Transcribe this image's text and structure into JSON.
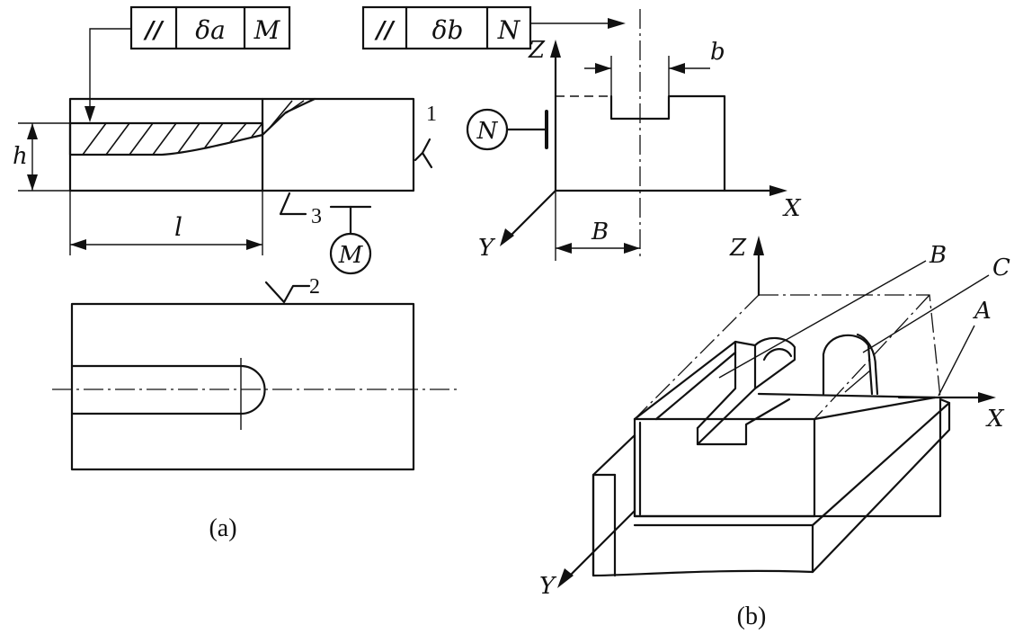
{
  "panel_a": {
    "caption": "(a)",
    "frame_a": {
      "symbol": "//",
      "tolerance": "δa",
      "datum": "M"
    },
    "dim_h": "h",
    "dim_l": "l",
    "datum_label": "M",
    "surface_marks": {
      "top_right": "1",
      "bottom": "3",
      "plan_top": "2"
    }
  },
  "panel_b": {
    "caption": "(b)",
    "frame_b": {
      "symbol": "//",
      "tolerance": "δb",
      "datum": "N"
    },
    "datum_label": "N",
    "dim_B": "B",
    "dim_b": "b",
    "axes": {
      "x": "X",
      "y": "Y",
      "z": "Z"
    },
    "iso_axes": {
      "x": "X",
      "y": "Y",
      "z": "Z"
    },
    "points": {
      "a": "A",
      "b": "B",
      "c": "C"
    }
  }
}
